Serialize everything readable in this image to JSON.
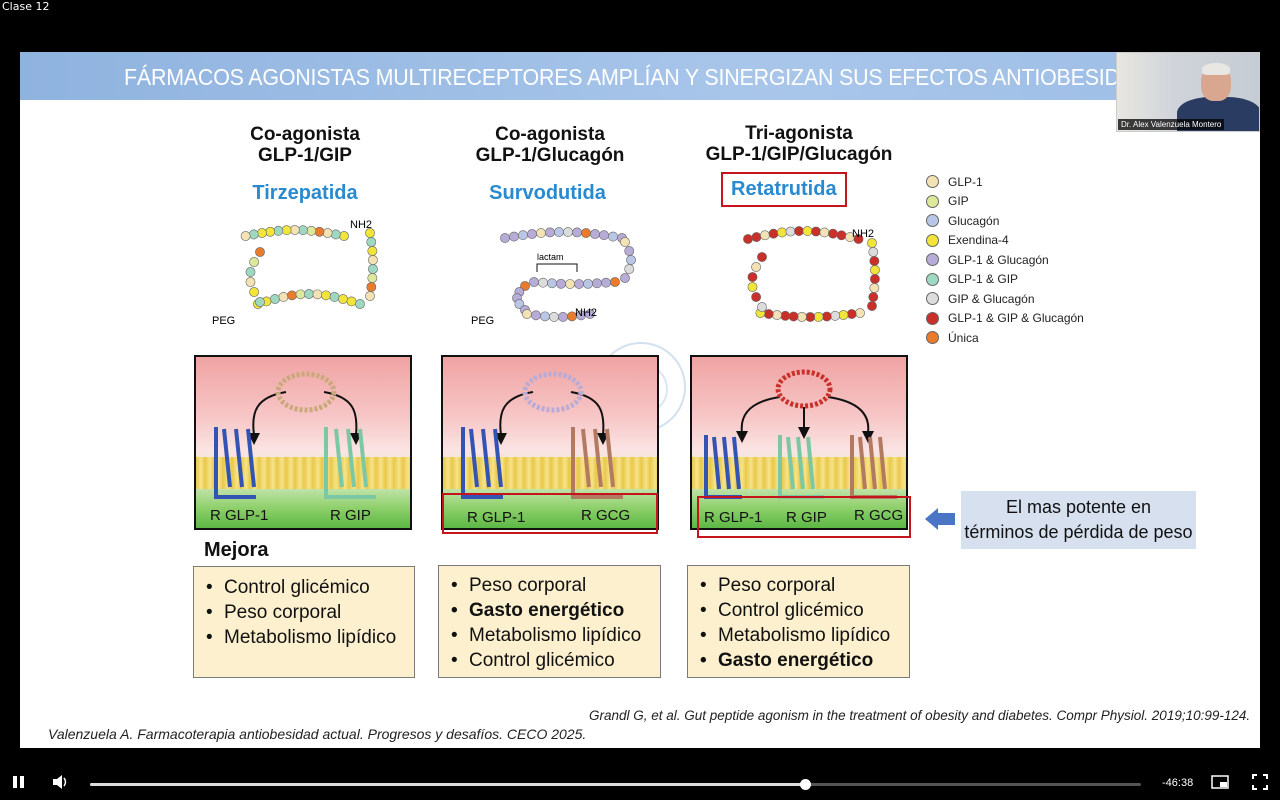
{
  "window": {
    "title": "Clase 12"
  },
  "slide": {
    "title": "FÁRMACOS  AGONISTAS MULTIRECEPTORES AMPLÍAN Y SINERGIZAN SUS EFECTOS ANTIOBESIDAD",
    "webcam_label": "Dr. Alex Valenzuela Montero",
    "columns": [
      {
        "title_line1": "Co-agonista",
        "title_line2": "GLP-1/GIP",
        "drug": "Tirzepatida",
        "labels": {
          "nh2": "NH2",
          "peg": "PEG"
        },
        "receptors": [
          "R GLP-1",
          "R GIP"
        ],
        "benefits": [
          {
            "text": "Control glicémico",
            "bold": false
          },
          {
            "text": "Peso corporal",
            "bold": false
          },
          {
            "text": "Metabolismo lipídico",
            "bold": false
          }
        ]
      },
      {
        "title_line1": "Co-agonista",
        "title_line2": "GLP-1/Glucagón",
        "drug": "Survodutida",
        "labels": {
          "nh2": "NH2",
          "peg": "PEG",
          "lactam": "lactam"
        },
        "receptors": [
          "R GLP-1",
          "R GCG"
        ],
        "benefits": [
          {
            "text": "Peso corporal",
            "bold": false
          },
          {
            "text": "Gasto energético",
            "bold": true
          },
          {
            "text": "Metabolismo lipídico",
            "bold": false
          },
          {
            "text": "Control glicémico",
            "bold": false
          }
        ]
      },
      {
        "title_line1": "Tri-agonista",
        "title_line2": "GLP-1/GIP/Glucagón",
        "drug": "Retatrutida",
        "labels": {
          "nh2": "NH2"
        },
        "receptors": [
          "R GLP-1",
          "R GIP",
          "R GCG"
        ],
        "benefits": [
          {
            "text": "Peso corporal",
            "bold": false
          },
          {
            "text": "Control glicémico",
            "bold": false
          },
          {
            "text": "Metabolismo lipídico",
            "bold": false
          },
          {
            "text": "Gasto energético",
            "bold": true
          }
        ]
      }
    ],
    "mejora_label": "Mejora",
    "legend": [
      {
        "label": "GLP-1",
        "color": "#f3e2b4"
      },
      {
        "label": "GIP",
        "color": "#dde89a"
      },
      {
        "label": "Glucagón",
        "color": "#b9c6e6"
      },
      {
        "label": "Exendina-4",
        "color": "#f2e53a"
      },
      {
        "label": "GLP-1 & Glucagón",
        "color": "#b7abd8"
      },
      {
        "label": "GLP-1 & GIP",
        "color": "#9fd8c0"
      },
      {
        "label": "GIP & Glucagón",
        "color": "#dcdcdc"
      },
      {
        "label": "GLP-1 & GIP & Glucagón",
        "color": "#c9302a"
      },
      {
        "label": "Única",
        "color": "#e87b2c"
      }
    ],
    "callout": {
      "line1": "El mas potente en",
      "line2": "términos de pérdida de peso"
    },
    "citation_right": "Grandl G, et al. Gut peptide agonism in the treatment of obesity and diabetes. Compr Physiol. 2019;10:99-124.",
    "citation_left": "Valenzuela A. Farmacoterapia antiobesidad actual. Progresos y desafíos. CECO 2025."
  },
  "player": {
    "pause_icon": "pause-icon",
    "volume_icon": "volume-icon",
    "progress": 0.68,
    "time_remaining": "-46:38",
    "pip_icon": "picture-in-picture-icon",
    "fullscreen_icon": "fullscreen-icon"
  }
}
